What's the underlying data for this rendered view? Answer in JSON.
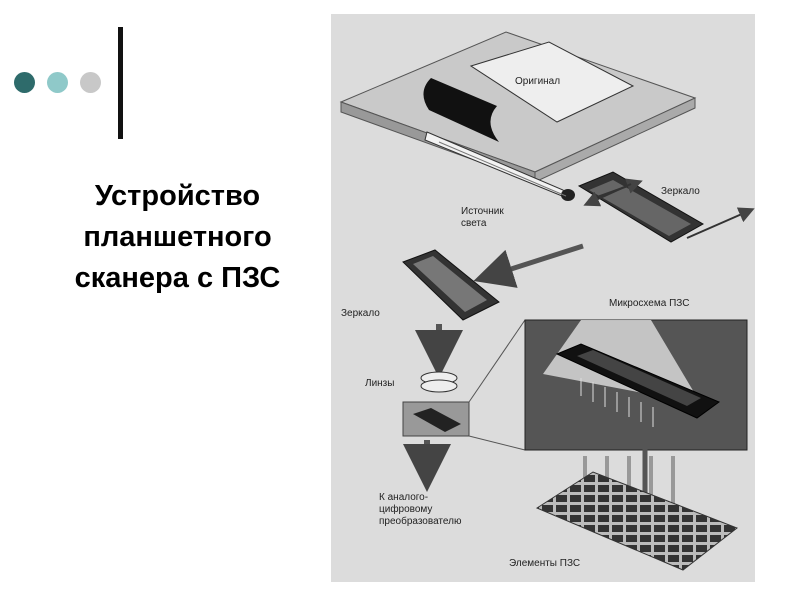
{
  "slide": {
    "title_lines": [
      "Устройство",
      "планшетного",
      "сканера с ПЗС"
    ],
    "colors": {
      "dot_1": "#2e6b6b",
      "dot_2": "#8fc9c9",
      "dot_3": "#c8c8c8",
      "rule": "#111111",
      "figure_bg": "#dcdcdc"
    }
  },
  "diagram": {
    "labels": {
      "original": "Оригинал",
      "mirror_1": "Зеркало",
      "light_source_line1": "Источник",
      "light_source_line2": "света",
      "mirror_2": "Зеркало",
      "ccd_chip": "Микросхема ПЗС",
      "lenses": "Линзы",
      "adc_line1": "К аналого-",
      "adc_line2": "цифровому",
      "adc_line3": "преобразователю",
      "ccd_elements": "Элементы ПЗС"
    }
  }
}
